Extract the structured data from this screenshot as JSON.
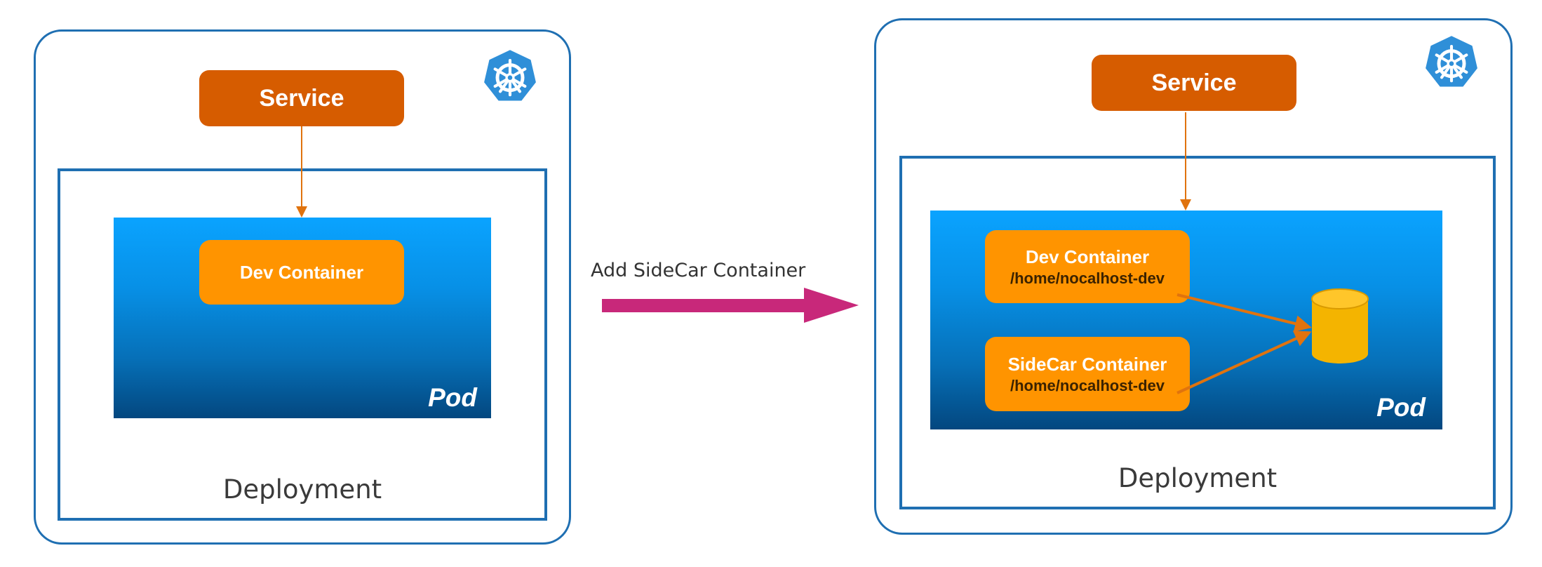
{
  "left": {
    "service_label": "Service",
    "dev_container_label": "Dev Container",
    "pod_label": "Pod",
    "deployment_label": "Deployment",
    "icon": "kubernetes-icon"
  },
  "transition": {
    "label": "Add SideCar Container"
  },
  "right": {
    "service_label": "Service",
    "dev_container_label": "Dev Container",
    "dev_container_path": "/home/nocalhost-dev",
    "sidecar_container_label": "SideCar Container",
    "sidecar_container_path": "/home/nocalhost-dev",
    "pod_label": "Pod",
    "deployment_label": "Deployment",
    "icon": "kubernetes-icon",
    "volume_icon": "volume-cylinder-icon"
  },
  "colors": {
    "cluster_border": "#1f6fb2",
    "service": "#d65c00",
    "container": "#ff9400",
    "pod_top": "#0aa3ff",
    "pod_bottom": "#03477f",
    "transition_arrow": "#c8287a",
    "volume": "#f4b400"
  }
}
